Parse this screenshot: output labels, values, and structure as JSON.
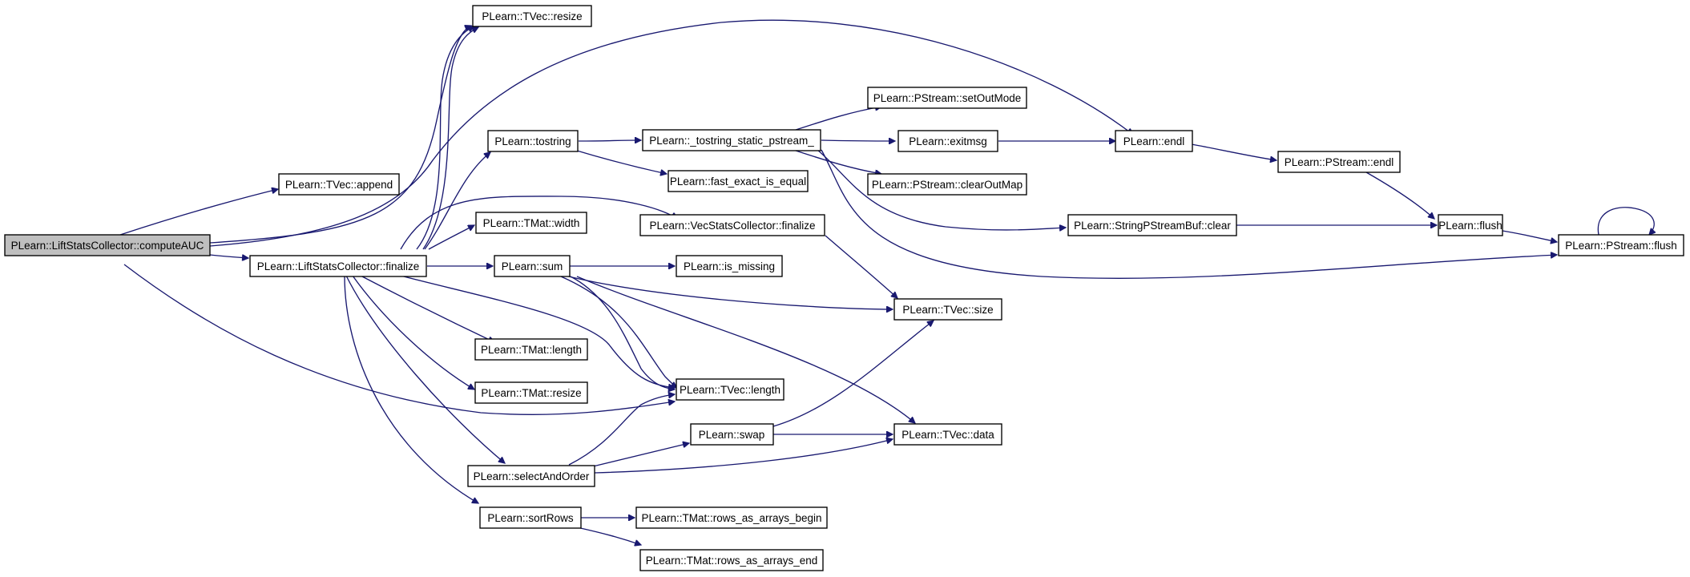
{
  "graph": {
    "colors": {
      "edge": "#191970",
      "root_fill": "#bfbfbf",
      "node_fill": "#ffffff",
      "node_border": "#000000"
    },
    "nodes": {
      "computeAUC": "PLearn::LiftStatsCollector::computeAUC",
      "tvec_append": "PLearn::TVec::append",
      "tvec_resize": "PLearn::TVec::resize",
      "lsc_finalize": "PLearn::LiftStatsCollector::finalize",
      "tostring": "PLearn::tostring",
      "tostring_static": "PLearn::_tostring_static_pstream_",
      "pstream_setoutmode": "PLearn::PStream::setOutMode",
      "exitmsg": "PLearn::exitmsg",
      "endl": "PLearn::endl",
      "pstream_endl": "PLearn::PStream::endl",
      "fast_exact": "PLearn::fast_exact_is_equal",
      "pstream_clearoutmap": "PLearn::PStream::clearOutMap",
      "vsc_finalize": "PLearn::VecStatsCollector::finalize",
      "spsb_clear": "PLearn::StringPStreamBuf::clear",
      "flush": "PLearn::flush",
      "pstream_flush": "PLearn::PStream::flush",
      "tmat_width": "PLearn::TMat::width",
      "sum": "PLearn::sum",
      "is_missing": "PLearn::is_missing",
      "tvec_size": "PLearn::TVec::size",
      "tmat_length": "PLearn::TMat::length",
      "tmat_resize": "PLearn::TMat::resize",
      "tvec_length": "PLearn::TVec::length",
      "swap": "PLearn::swap",
      "tvec_data": "PLearn::TVec::data",
      "select_and_order": "PLearn::selectAndOrder",
      "sort_rows": "PLearn::sortRows",
      "rows_begin": "PLearn::TMat::rows_as_arrays_begin",
      "rows_end": "PLearn::TMat::rows_as_arrays_end"
    }
  }
}
